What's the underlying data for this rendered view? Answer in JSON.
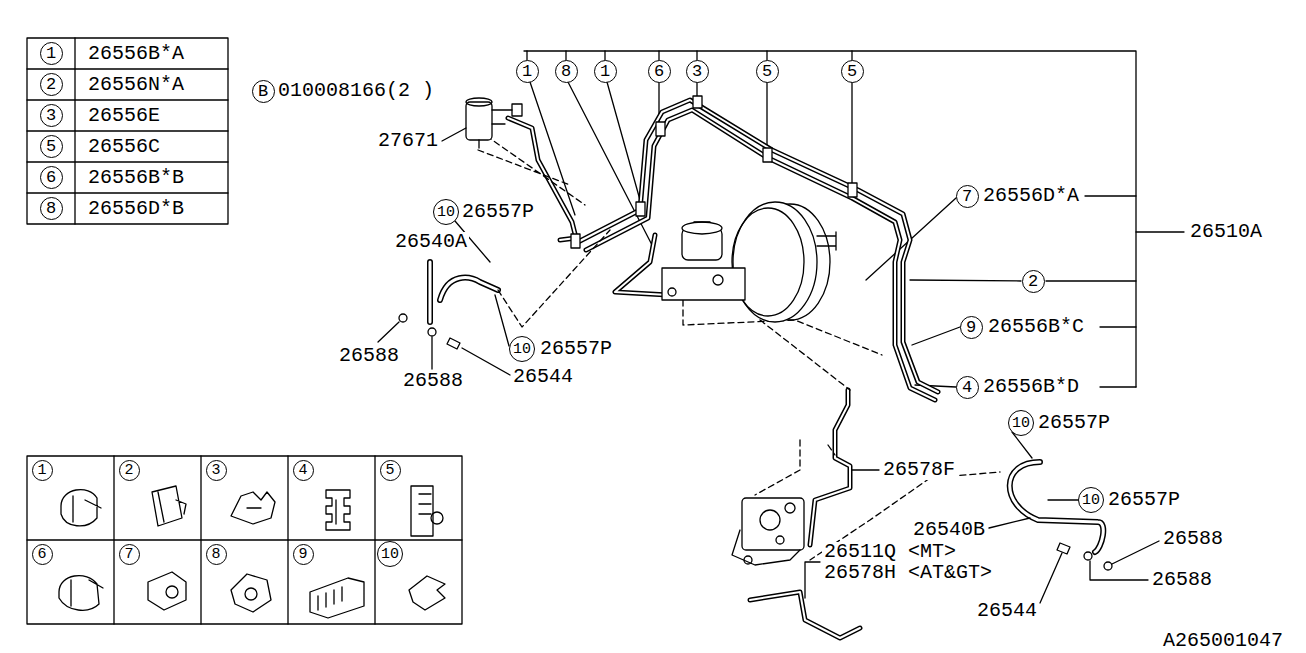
{
  "diagram": {
    "nodes": [
      {
        "text": [
          "1"
        ]
      },
      {
        "text": [
          "2"
        ]
      },
      {
        "text": [
          "3"
        ]
      },
      {
        "text": [
          "5"
        ]
      },
      {
        "text": [
          "6"
        ]
      },
      {
        "text": [
          "8"
        ]
      },
      {
        "text": [
          "1"
        ]
      },
      {
        "text": [
          "8"
        ]
      },
      {
        "text": [
          "1"
        ]
      },
      {
        "text": [
          "6"
        ]
      },
      {
        "text": [
          "3"
        ]
      },
      {
        "text": [
          "5"
        ]
      },
      {
        "text": [
          "5"
        ]
      },
      {
        "text": [
          "B"
        ]
      },
      {
        "text": [
          "10"
        ]
      },
      {
        "text": [
          "7"
        ]
      },
      {
        "text": [
          "2"
        ]
      },
      {
        "text": [
          "9"
        ]
      },
      {
        "text": [
          "10"
        ]
      },
      {
        "text": [
          "4"
        ]
      },
      {
        "text": [
          "10"
        ]
      },
      {
        "text": [
          "10"
        ]
      },
      {
        "text": [
          "1"
        ]
      },
      {
        "text": [
          "2"
        ]
      },
      {
        "text": [
          "3"
        ]
      },
      {
        "text": [
          "4"
        ]
      },
      {
        "text": [
          "5"
        ]
      },
      {
        "text": [
          "6"
        ]
      },
      {
        "text": [
          "7"
        ]
      },
      {
        "text": [
          "8"
        ]
      },
      {
        "text": [
          "9"
        ]
      },
      {
        "text": [
          "10"
        ]
      }
    ],
    "labels": [
      "26556B*A",
      "26556N*A",
      "26556E",
      "26556C",
      "26556B*B",
      "26556D*B",
      "010008166(2 )",
      "27671",
      "26557P",
      "26540A",
      "26556D*A",
      "26510A",
      "26556B*C",
      "26588",
      "26557P",
      "26544",
      "26588",
      "26556B*D",
      "26557P",
      "26578F",
      "26557P",
      "26540B",
      "26588",
      "26511Q <MT>",
      "26578H <AT&GT>",
      "26588",
      "26544",
      "A265001047"
    ]
  }
}
